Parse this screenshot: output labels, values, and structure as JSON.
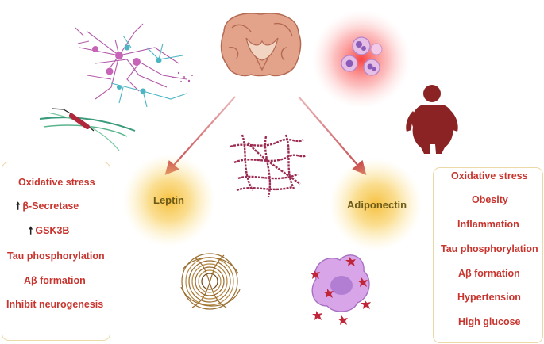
{
  "hormones": {
    "left": "Leptin",
    "right": "Adiponectin"
  },
  "left_panel": {
    "items": [
      {
        "text": "Oxidative stress",
        "arrow": ""
      },
      {
        "text": "β-Secretase",
        "arrow": "up"
      },
      {
        "text": "GSK3B",
        "arrow": "up"
      },
      {
        "text": "Tau phosphorylation",
        "arrow": ""
      },
      {
        "text": "Aβ formation",
        "arrow": ""
      },
      {
        "text": "Inhibit neurogenesis",
        "arrow": ""
      }
    ]
  },
  "right_panel": {
    "items": [
      "Oxidative stress",
      "Obesity",
      "Inflammation",
      "Tau phosphorylation",
      "Aβ formation",
      "Hypertension",
      "High glucose"
    ]
  },
  "icons": {
    "brain": "brain-section-icon",
    "neurons": "neuron-network-icon",
    "axon": "myelinated-axon-icon",
    "blood_cells": "immune-cells-icon",
    "person": "obese-person-icon",
    "amyloid": "amyloid-fibrils-icon",
    "tangle": "neurofibrillary-tangle-icon",
    "damaged_cell": "damaged-cell-icon"
  },
  "colors": {
    "text_red": "#c8352e",
    "arrow_red": "#c8464a",
    "glow_yellow": "#f7c54a",
    "box_border": "#ecd9a8",
    "person": "#8b2224",
    "fibril": "#9b2b53"
  }
}
